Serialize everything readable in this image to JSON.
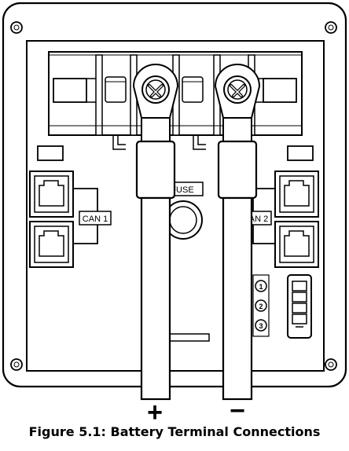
{
  "figure": {
    "caption": "Figure 5.1: Battery Terminal Connections"
  },
  "labels": {
    "fuse": "FUSE",
    "can1": "CAN 1",
    "can2": "CAN 2",
    "positive": "+",
    "negative": "−"
  },
  "connector_pins": [
    "1",
    "2",
    "3"
  ],
  "icons": {
    "terminal_screw": "screw-cross-icon",
    "rj45_port": "rj45-port-icon",
    "mounting_hole": "mounting-hole-icon"
  }
}
